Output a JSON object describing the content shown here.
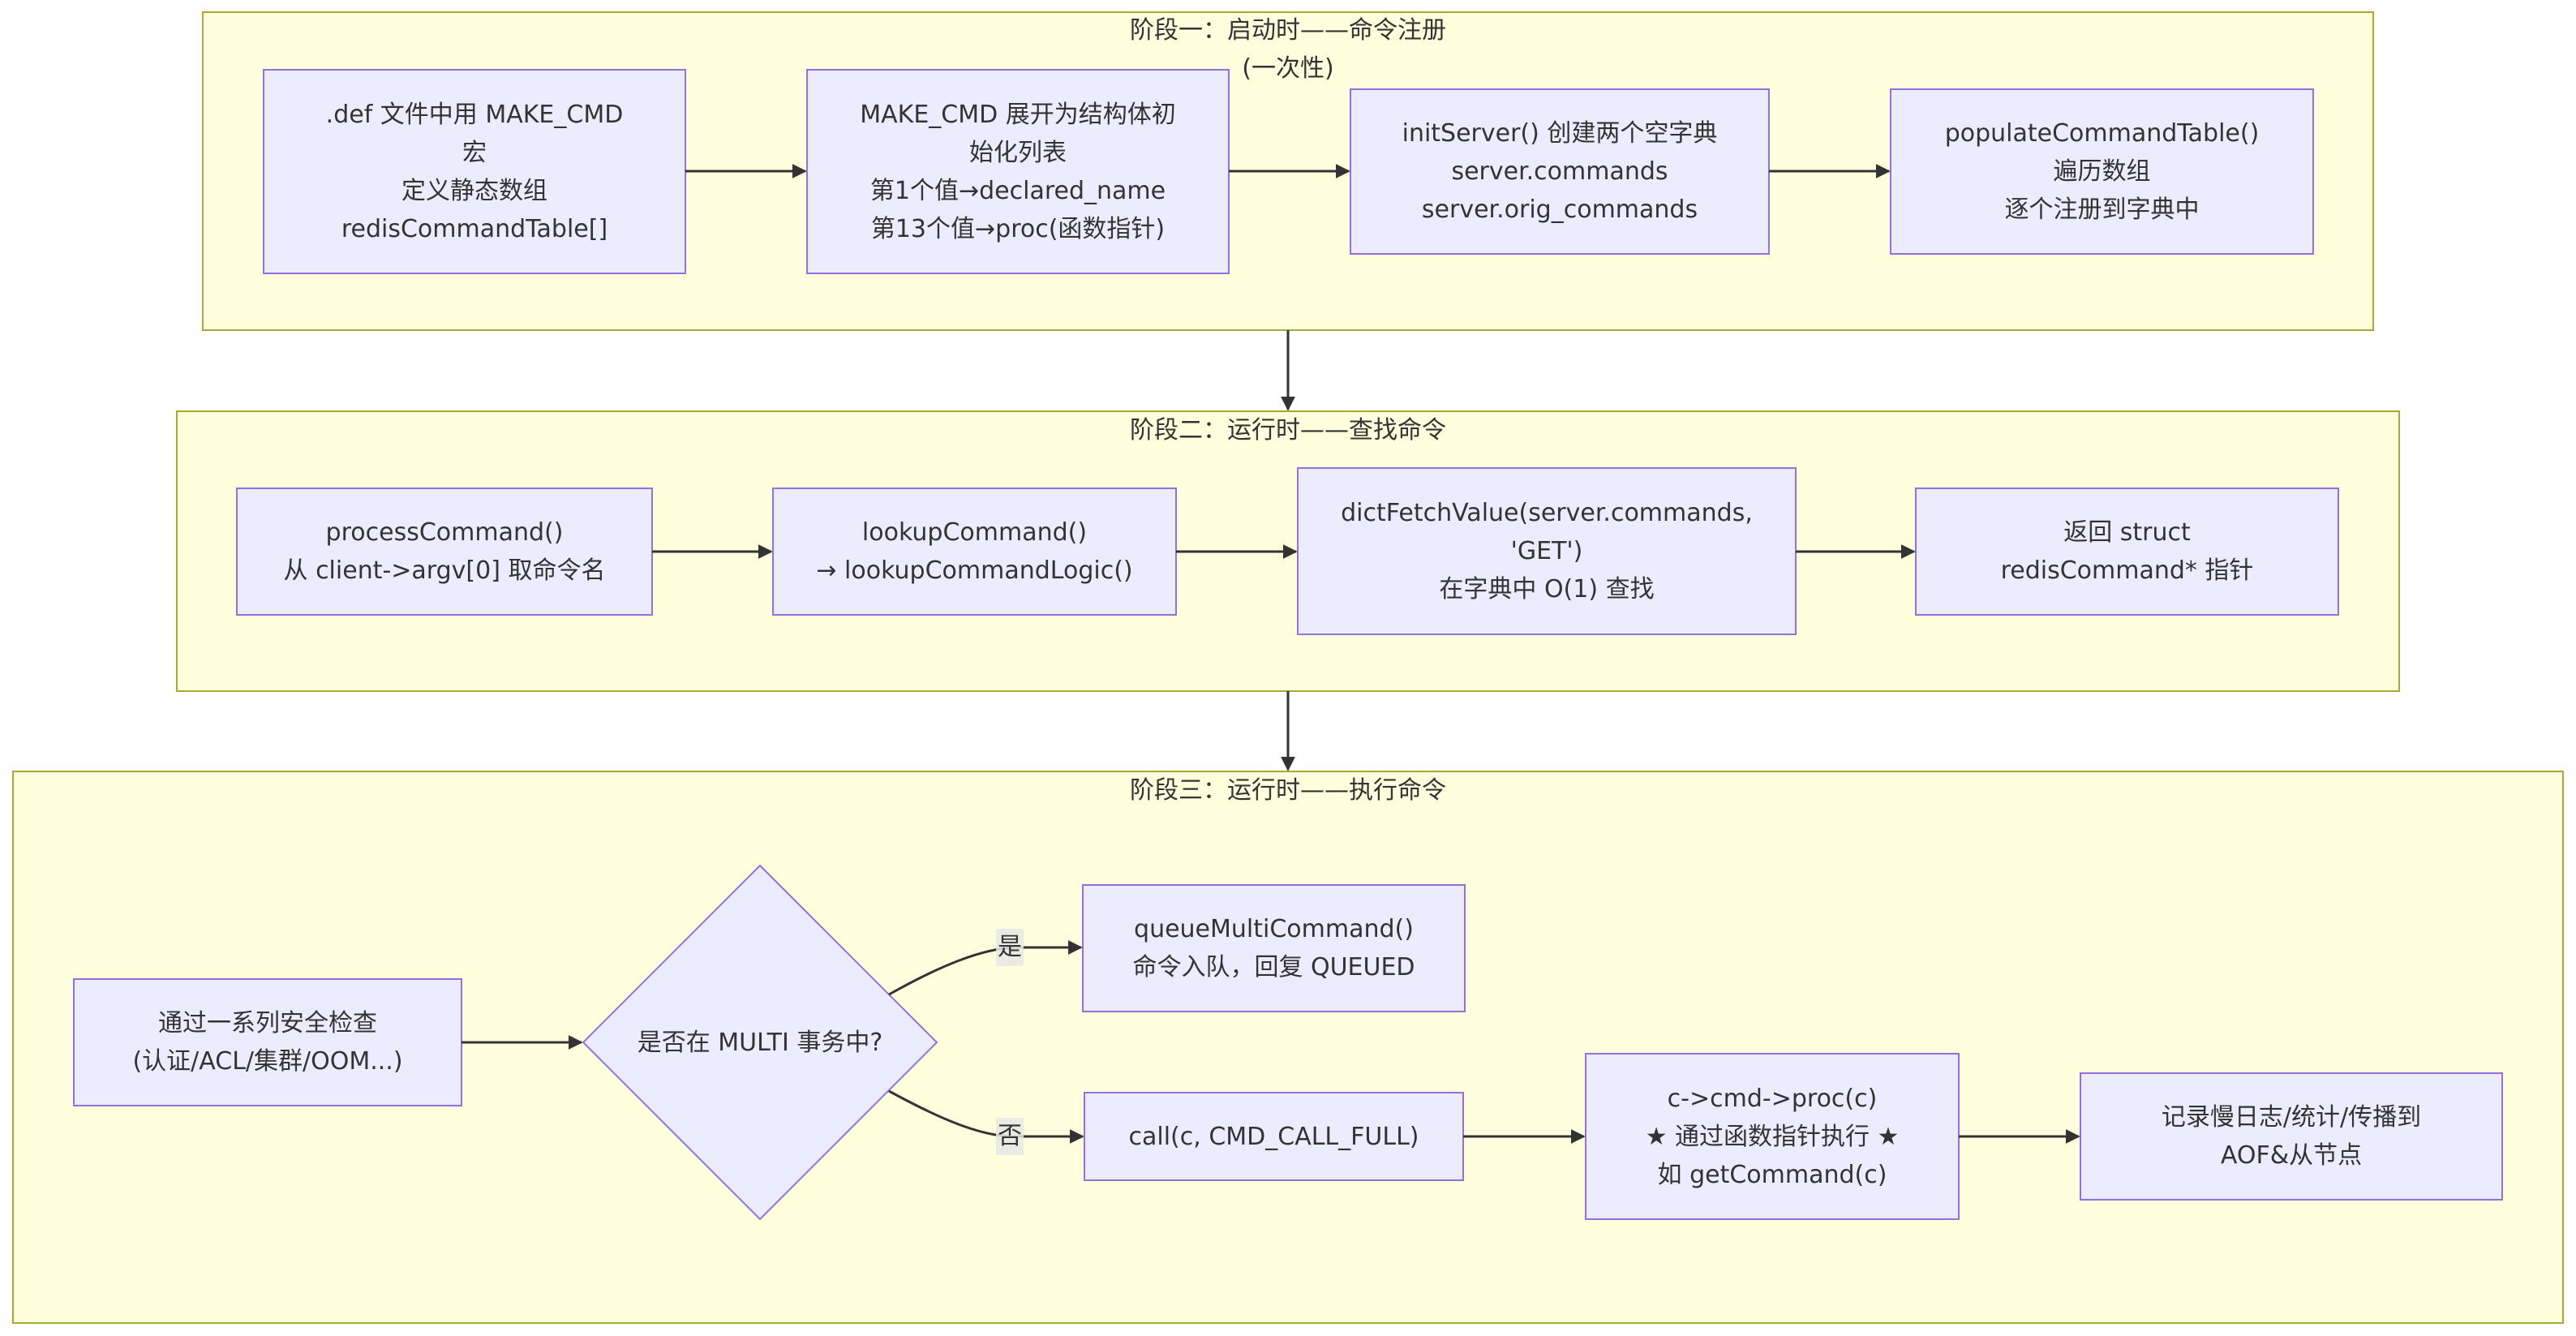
{
  "colors": {
    "cluster_fill": "#ffffde",
    "cluster_stroke": "#aaaa33",
    "node_fill": "#ececff",
    "node_stroke": "#9370db",
    "edge": "#333333",
    "text": "#333333",
    "edge_label_bg": "#e8e8e8"
  },
  "stages": [
    {
      "id": "stage1",
      "title_lines": [
        "阶段一：启动时——命令注册",
        "(一次性)"
      ],
      "nodes": [
        {
          "id": "def_file",
          "lines": [
            ".def 文件中用 MAKE_CMD",
            "宏",
            "定义静态数组",
            "redisCommandTable[]"
          ]
        },
        {
          "id": "make_cmd",
          "lines": [
            "MAKE_CMD 展开为结构体初",
            "始化列表",
            "第1个值→declared_name",
            "第13个值→proc(函数指针)"
          ]
        },
        {
          "id": "init_server",
          "lines": [
            "initServer() 创建两个空字典",
            "server.commands",
            "server.orig_commands"
          ]
        },
        {
          "id": "populate",
          "lines": [
            "populateCommandTable()",
            "遍历数组",
            "逐个注册到字典中"
          ]
        }
      ]
    },
    {
      "id": "stage2",
      "title_lines": [
        "阶段二：运行时——查找命令"
      ],
      "nodes": [
        {
          "id": "process_command",
          "lines": [
            "processCommand()",
            "从 client->argv[0] 取命令名"
          ]
        },
        {
          "id": "lookup_command",
          "lines": [
            "lookupCommand()",
            "→ lookupCommandLogic()"
          ]
        },
        {
          "id": "dict_fetch",
          "lines": [
            "dictFetchValue(server.commands,",
            "'GET')",
            "在字典中 O(1) 查找"
          ]
        },
        {
          "id": "return_struct",
          "lines": [
            "返回 struct",
            "redisCommand* 指针"
          ]
        }
      ]
    },
    {
      "id": "stage3",
      "title_lines": [
        "阶段三：运行时——执行命令"
      ],
      "nodes": [
        {
          "id": "security_checks",
          "lines": [
            "通过一系列安全检查",
            "(认证/ACL/集群/OOM...)"
          ]
        },
        {
          "id": "is_multi",
          "shape": "diamond",
          "lines": [
            "是否在 MULTI 事务中?"
          ]
        },
        {
          "id": "queue_multi",
          "lines": [
            "queueMultiCommand()",
            "命令入队，回复 QUEUED"
          ]
        },
        {
          "id": "call_full",
          "lines": [
            "call(c, CMD_CALL_FULL)"
          ]
        },
        {
          "id": "proc_exec",
          "lines": [
            "c->cmd->proc(c)",
            "★ 通过函数指针执行 ★",
            "如 getCommand(c)"
          ]
        },
        {
          "id": "log_stats",
          "lines": [
            "记录慢日志/统计/传播到",
            "AOF&从节点"
          ]
        }
      ]
    }
  ],
  "edges": [
    {
      "from": "def_file",
      "to": "make_cmd",
      "label": ""
    },
    {
      "from": "make_cmd",
      "to": "init_server",
      "label": ""
    },
    {
      "from": "init_server",
      "to": "populate",
      "label": ""
    },
    {
      "from": "stage1",
      "to": "stage2",
      "label": ""
    },
    {
      "from": "process_command",
      "to": "lookup_command",
      "label": ""
    },
    {
      "from": "lookup_command",
      "to": "dict_fetch",
      "label": ""
    },
    {
      "from": "dict_fetch",
      "to": "return_struct",
      "label": ""
    },
    {
      "from": "stage2",
      "to": "stage3",
      "label": ""
    },
    {
      "from": "security_checks",
      "to": "is_multi",
      "label": ""
    },
    {
      "from": "is_multi",
      "to": "queue_multi",
      "label": "是"
    },
    {
      "from": "is_multi",
      "to": "call_full",
      "label": "否"
    },
    {
      "from": "call_full",
      "to": "proc_exec",
      "label": ""
    },
    {
      "from": "proc_exec",
      "to": "log_stats",
      "label": ""
    }
  ]
}
